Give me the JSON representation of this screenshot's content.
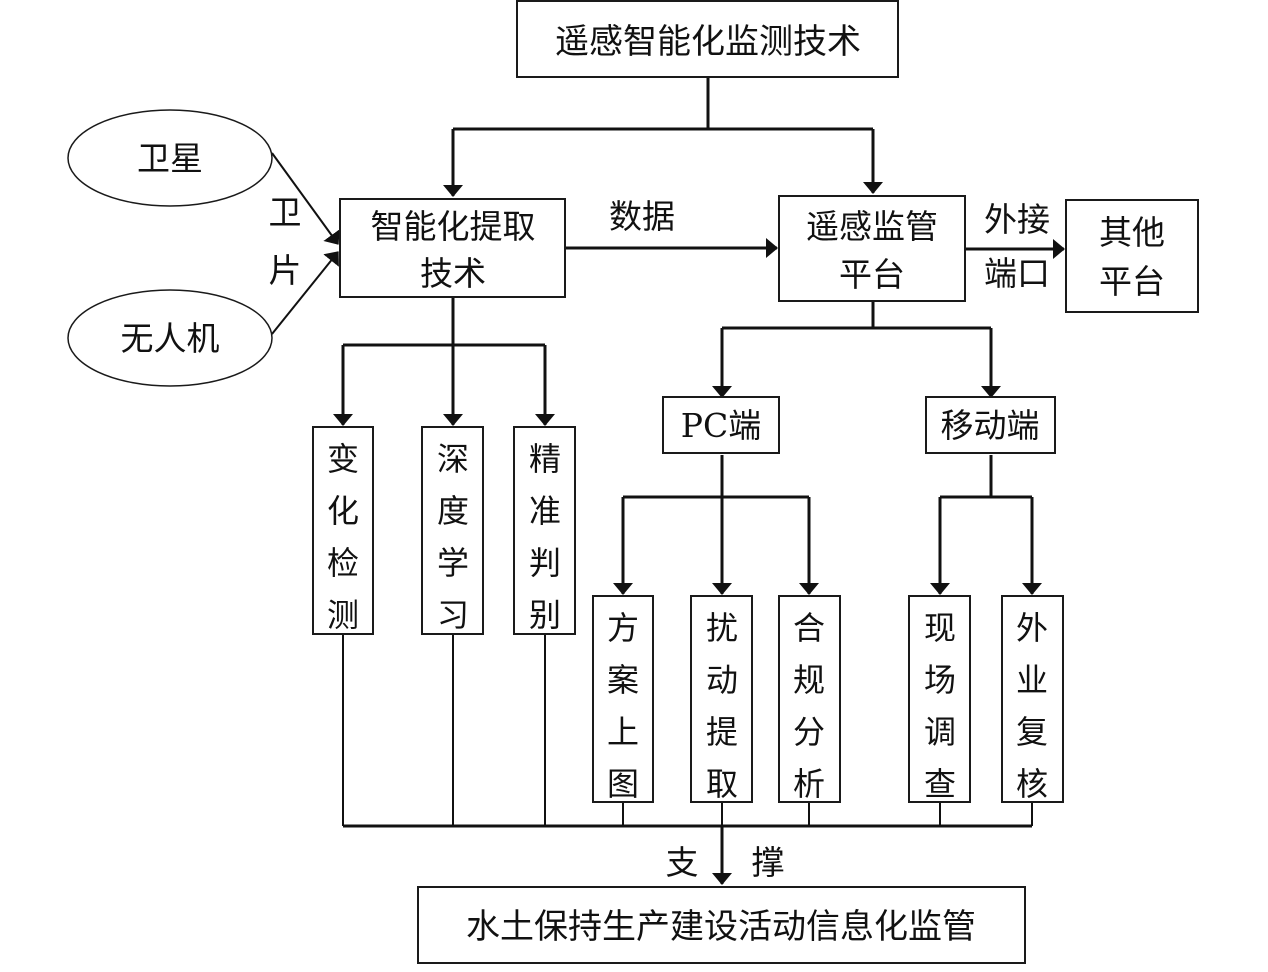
{
  "colors": {
    "line": "#111111",
    "box_fill": "#ffffff",
    "text": "#111111"
  },
  "nodes": {
    "top": {
      "label": "遥感智能化监测技术"
    },
    "satellite": {
      "label": "卫星"
    },
    "drone": {
      "label": "无人机"
    },
    "extraction": {
      "lines": [
        "智能化提取",
        "技术"
      ]
    },
    "platform": {
      "lines": [
        "遥感监管",
        "平台"
      ]
    },
    "other_platform": {
      "lines": [
        "其他",
        "平台"
      ]
    },
    "pc": {
      "label": "PC端"
    },
    "mobile": {
      "label": "移动端"
    },
    "bottom": {
      "label": "水土保持生产建设活动信息化监管"
    },
    "vertical_boxes": [
      {
        "id": "change-detection",
        "chars": [
          "变",
          "化",
          "检",
          "测"
        ]
      },
      {
        "id": "deep-learning",
        "chars": [
          "深",
          "度",
          "学",
          "习"
        ]
      },
      {
        "id": "precise-discrimination",
        "chars": [
          "精",
          "准",
          "判",
          "别"
        ]
      },
      {
        "id": "plan-mapping",
        "chars": [
          "方",
          "案",
          "上",
          "图"
        ]
      },
      {
        "id": "disturbance-extraction",
        "chars": [
          "扰",
          "动",
          "提",
          "取"
        ]
      },
      {
        "id": "compliance-analysis",
        "chars": [
          "合",
          "规",
          "分",
          "析"
        ]
      },
      {
        "id": "field-survey",
        "chars": [
          "现",
          "场",
          "调",
          "查"
        ]
      },
      {
        "id": "field-review",
        "chars": [
          "外",
          "业",
          "复",
          "核"
        ]
      }
    ]
  },
  "edge_labels": {
    "imagery": [
      "卫",
      "片"
    ],
    "data": "数据",
    "external_port": [
      "外接",
      "端口"
    ],
    "support": [
      "支",
      "撑"
    ]
  }
}
